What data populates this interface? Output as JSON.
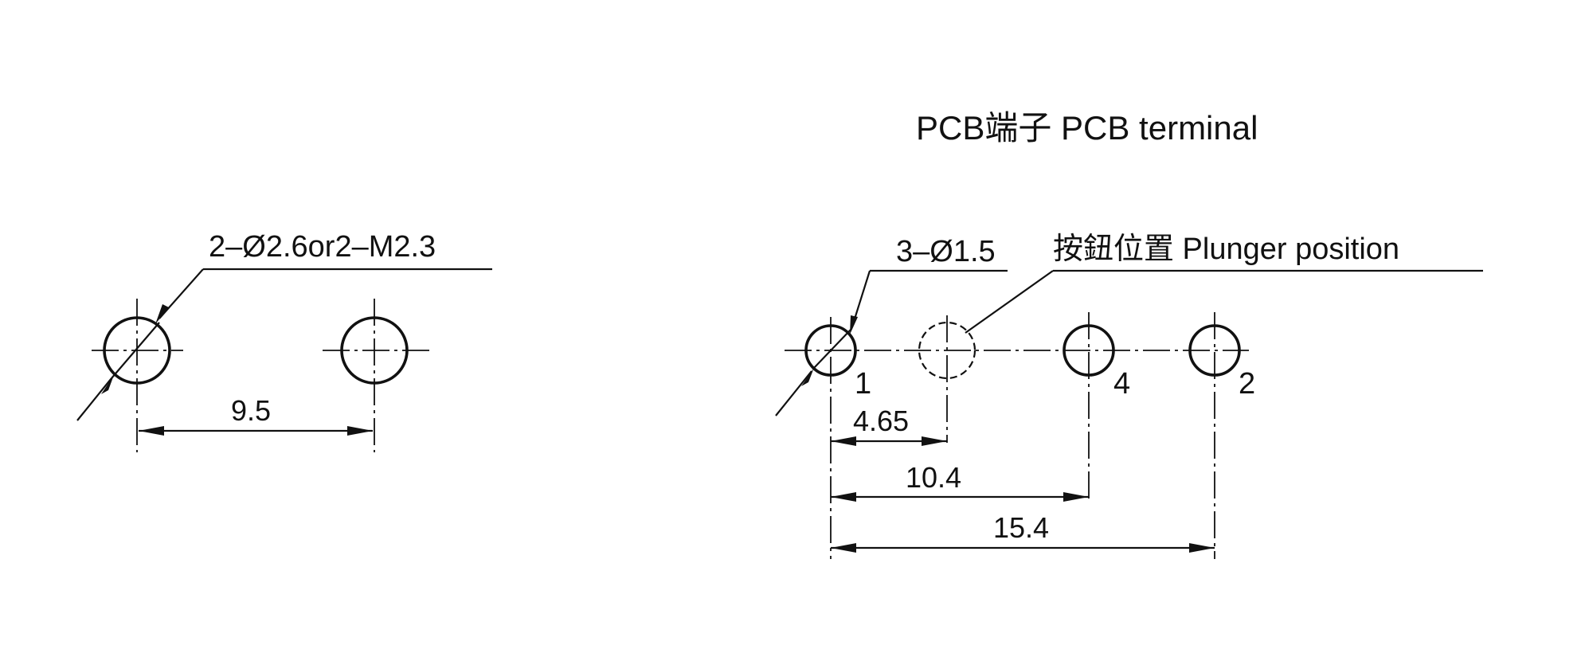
{
  "left_view": {
    "hole_callout": "2–Ø2.6or2–M2.3",
    "spacing": "9.5"
  },
  "right_view": {
    "title": "PCB端子 PCB  terminal",
    "hole_callout": "3–Ø1.5",
    "plunger_label": "按鈕位置  Plunger position",
    "pins": {
      "pin1": "1",
      "pin4": "4",
      "pin2": "2"
    },
    "dims": {
      "d1": "4.65",
      "d2": "10.4",
      "d3": "15.4"
    }
  }
}
